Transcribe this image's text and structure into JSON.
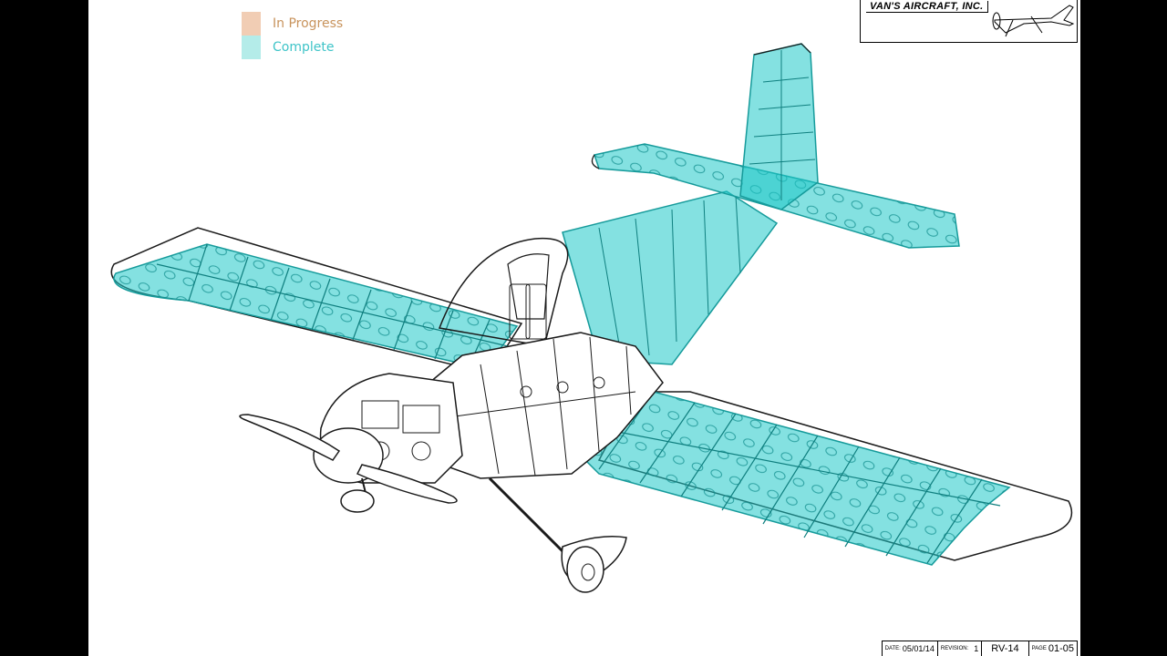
{
  "legend": {
    "in_progress": {
      "label": "In Progress",
      "swatch": "#f1cdb4",
      "text": "#c8935c"
    },
    "complete": {
      "label": "Complete",
      "swatch": "#b4ece9",
      "text": "#3ec4c8"
    }
  },
  "title_block": {
    "company": "VAN'S AIRCRAFT, INC."
  },
  "footer": {
    "date_label": "DATE:",
    "date": "05/01/14",
    "revision_label": "REVISION:",
    "revision": "1",
    "model": "RV-14",
    "page_label": "PAGE",
    "page": "01-05"
  },
  "colors": {
    "complete_fill": "#1fc8c8",
    "complete_stroke": "#169b9b",
    "line": "#1a1a1a"
  }
}
